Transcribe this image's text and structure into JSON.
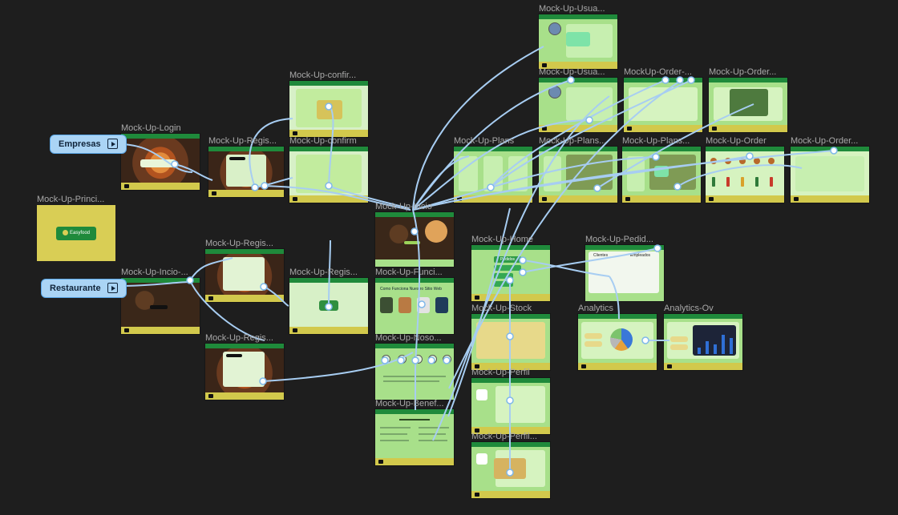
{
  "canvas": {
    "background": "#1e1e1e",
    "frame_color": "#a8e08a",
    "header_color": "#1f8a3b",
    "footer_color": "#d2c94c",
    "wire_color": "#a7cdf2"
  },
  "flows": [
    {
      "label": "Empresas",
      "icon": "play-frame-icon"
    },
    {
      "label": "Restaurante",
      "icon": "play-frame-icon"
    }
  ],
  "frames": {
    "principal": {
      "label": "Mock-Up-Princi...",
      "logo_text": "Easyfood"
    },
    "login": {
      "label": "Mock-Up-Login"
    },
    "incio_rest": {
      "label": "Mock-Up-Incio-..."
    },
    "regis_1": {
      "label": "Mock-Up-Regis..."
    },
    "regis_2": {
      "label": "Mock-Up-Regis..."
    },
    "regis_3": {
      "label": "Mock-Up-Regis..."
    },
    "regis_4": {
      "label": "Mock-Up-Regis..."
    },
    "confirm_1": {
      "label": "Mock-Up-confir..."
    },
    "confirm_2": {
      "label": "Mock-Up-confirm"
    },
    "incio": {
      "label": "Mock-Up-Incio"
    },
    "funci": {
      "label": "Mock-Up-Funci...",
      "heading": "Como Funciona Nuestro Sitio Web"
    },
    "noso": {
      "label": "Mock-Up-Noso..."
    },
    "benef": {
      "label": "Mock-Up-Benef..."
    },
    "plans_1": {
      "label": "Mock-Up-Plans"
    },
    "plans_2": {
      "label": "Mock-Up-Plans..."
    },
    "plans_3": {
      "label": "Mock-Up-Plans..."
    },
    "usua_1": {
      "label": "Mock-Up-Usua..."
    },
    "usua_2": {
      "label": "Mock-Up-Usua..."
    },
    "order_1": {
      "label": "MockUp-Order-..."
    },
    "order_2": {
      "label": "Mock-Up-Order..."
    },
    "order_3": {
      "label": "Mock-Up-Order"
    },
    "order_4": {
      "label": "Mock-Up-Order..."
    },
    "home": {
      "label": "Mock-Up-Home",
      "button": "Pedidos"
    },
    "pedid": {
      "label": "Mock-Up-Pedid...",
      "col1": "Clientes",
      "col2": "Empleados"
    },
    "stock": {
      "label": "Mock-Up-Stock"
    },
    "perfil_1": {
      "label": "Mock-Up-Perfil"
    },
    "perfil_2": {
      "label": "Mock-Up-Perfil..."
    },
    "analytics": {
      "label": "Analytics"
    },
    "analytics_ov": {
      "label": "Analytics-Ov"
    }
  }
}
